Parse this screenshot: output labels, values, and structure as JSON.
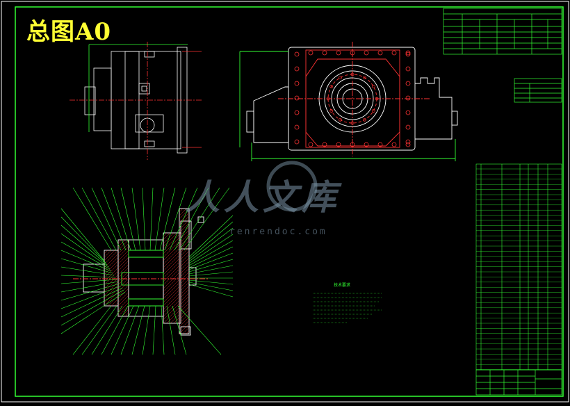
{
  "drawing": {
    "title": "总图A0",
    "watermark_text": "人人文库",
    "watermark_url": "renrendoc.com"
  },
  "colors": {
    "background": "#000000",
    "frame": "#33ff33",
    "title": "#ffff33",
    "part_outline": "#ffffff",
    "hidden_detail": "#ff3333",
    "leader_lines": "#33ff33",
    "watermark": "#7a93a6"
  },
  "technical_requirements": {
    "heading": "技术要求"
  }
}
